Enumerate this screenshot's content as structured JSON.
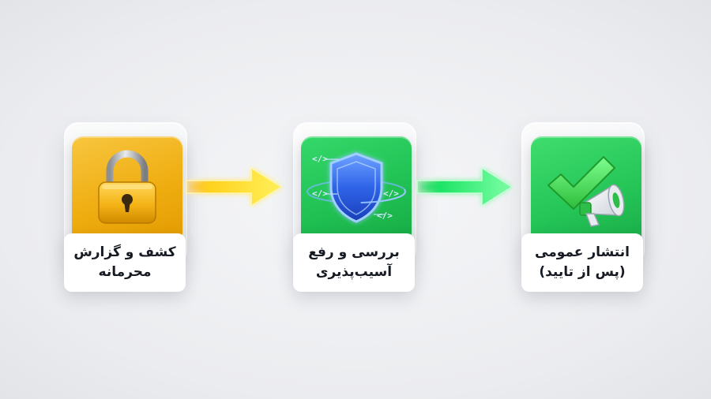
{
  "steps": [
    {
      "line1": "کشف و گزارش",
      "line2": "محرمانه",
      "icon": "padlock-icon",
      "color": "#efad10"
    },
    {
      "line1": "بررسی و رفع",
      "line2": "آسیب‌پذیری",
      "icon": "shield-code-icon",
      "color": "#1fbf52"
    },
    {
      "line1": "انتشار عمومی",
      "line2": "(پس از تایید)",
      "icon": "checkmark-megaphone-icon",
      "color": "#24c457"
    }
  ],
  "arrows": [
    {
      "icon": "arrow-right-icon",
      "color": "#ffd21f"
    },
    {
      "icon": "arrow-right-icon",
      "color": "#2ee86a"
    }
  ]
}
